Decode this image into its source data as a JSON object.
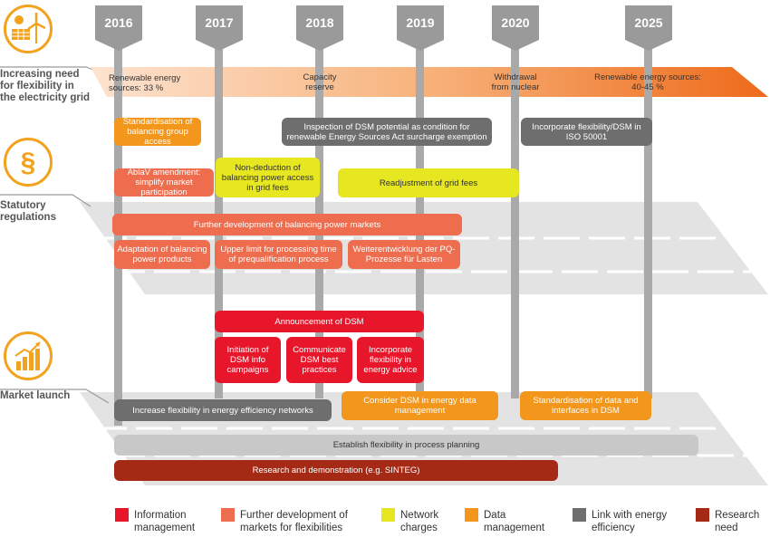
{
  "years": [
    "2016",
    "2017",
    "2018",
    "2019",
    "2020",
    "2025"
  ],
  "sections": {
    "need": "Increasing need for flexibility in the electricity grid",
    "statutory": "Statutory regulations",
    "market": "Market launch"
  },
  "arrow_labels": {
    "renewable_2016": "Renewable energy sources: 33 %",
    "capacity_reserve": "Capacity reserve",
    "withdrawal_nuclear": "Withdrawal from nuclear",
    "renewable_2025": "Renewable energy sources: 40-45 %"
  },
  "boxes": {
    "standardisation_balancing": "Standardisation of balancing group access",
    "inspection_dsm": "Inspection of DSM potential as condition for renewable Energy Sources Act surcharge exemption",
    "incorporate_iso": "Incorporate flexibility/DSM in ISO 50001",
    "ablav": "AblaV amendment: simplify market participation",
    "non_deduction": "Non-deduction of balancing power access in grid fees",
    "readjustment": "Readjustment of grid fees",
    "further_dev_balancing": "Further development of balancing power markets",
    "adaptation_balancing": "Adaptation of balancing power products",
    "upper_limit": "Upper limit for processing time of prequalification process",
    "weiterentwicklung": "Weiterentwicklung der PQ-Prozesse für Lasten",
    "announcement_dsm": "Announcement of DSM",
    "initiation_dsm": "Initiation of DSM info campaigns",
    "communicate_dsm": "Communicate DSM best practices",
    "incorporate_advice": "Incorporate flexibility in energy advice",
    "increase_flex": "Increase flexibility in energy efficiency networks",
    "consider_dsm": "Consider DSM in energy data management",
    "standardisation_data": "Standardisation of data and interfaces in DSM",
    "establish_flex": "Establish flexibility in process planning",
    "research_demo": "Research and demonstration (e.g. SINTEG)"
  },
  "legend": [
    {
      "label": "Information management",
      "color": "#e8162b"
    },
    {
      "label": "Further development of markets for flexibilities",
      "color": "#ed6d4e"
    },
    {
      "label": "Network charges",
      "color": "#e6e621"
    },
    {
      "label": "Data management",
      "color": "#f2961c"
    },
    {
      "label": "Link with energy efficiency",
      "color": "#6e6e6e"
    },
    {
      "label": "Research need",
      "color": "#a52a15"
    }
  ],
  "icons": {
    "need": "solar-wind-icon",
    "statutory": "paragraph-icon",
    "market": "bar-chart-growth-icon"
  },
  "accent_color": "#f2a21c"
}
